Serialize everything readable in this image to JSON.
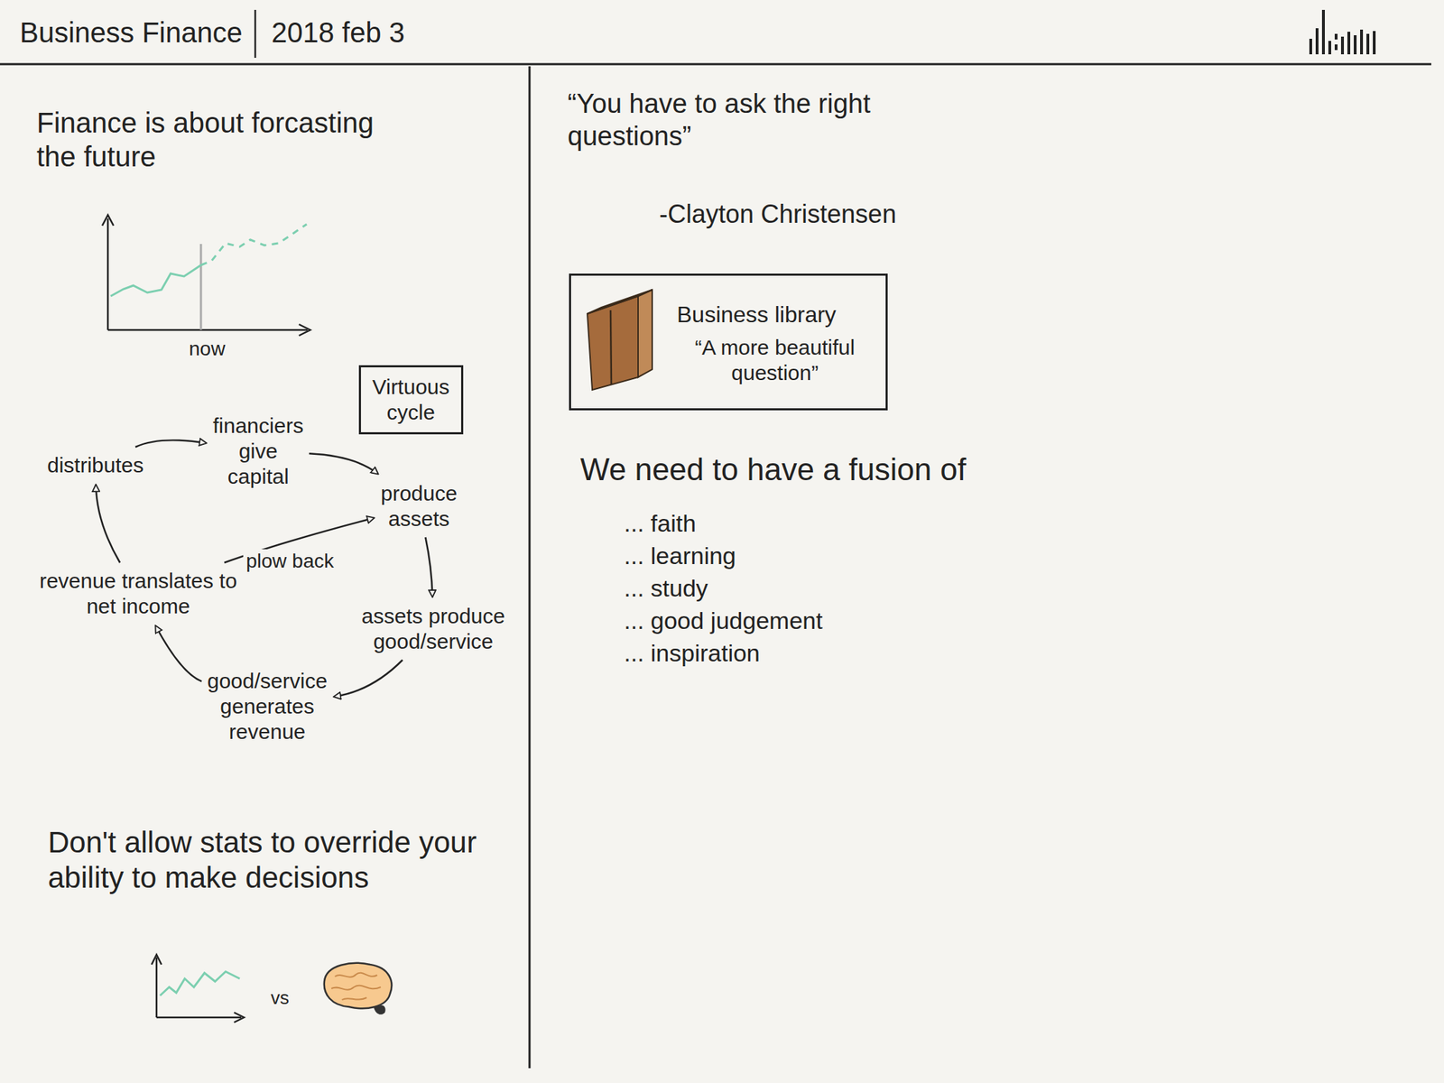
{
  "diagram": {
    "title": "Business Finance",
    "nodes": [
      {
        "text": [
          "Virtuous cycle"
        ]
      },
      {
        "text": [
          "financiers give capital"
        ]
      },
      {
        "text": [
          "produce assets"
        ]
      },
      {
        "text": [
          "assets produce good/service"
        ]
      },
      {
        "text": [
          "good/service generates revenue"
        ]
      },
      {
        "text": [
          "revenue translates to net income"
        ]
      },
      {
        "text": [
          "distributes"
        ]
      },
      {
        "text": [
          "Business library",
          "“A more beautiful question”"
        ]
      }
    ],
    "edges": [
      {
        "from": 6,
        "to": 1,
        "arrow": "to"
      },
      {
        "from": 1,
        "to": 2,
        "arrow": "to"
      },
      {
        "from": 2,
        "to": 3,
        "arrow": "to"
      },
      {
        "from": 3,
        "to": 4,
        "arrow": "to"
      },
      {
        "from": 4,
        "to": 5,
        "arrow": "to"
      },
      {
        "from": 5,
        "to": 6,
        "arrow": "to"
      },
      {
        "from": 5,
        "to": 2,
        "label": "plow back",
        "arrow": "to"
      }
    ],
    "labels": [
      "2018 feb 3",
      "Finance is about forcasting the future",
      "now",
      "Don't allow stats to override your ability to make decisions",
      "vs",
      "“You have to ask the right questions”",
      "-Clayton Christensen",
      "We need to have a fusion of",
      "... faith",
      "... learning",
      "... study",
      "... good judgement",
      "... inspiration"
    ]
  }
}
